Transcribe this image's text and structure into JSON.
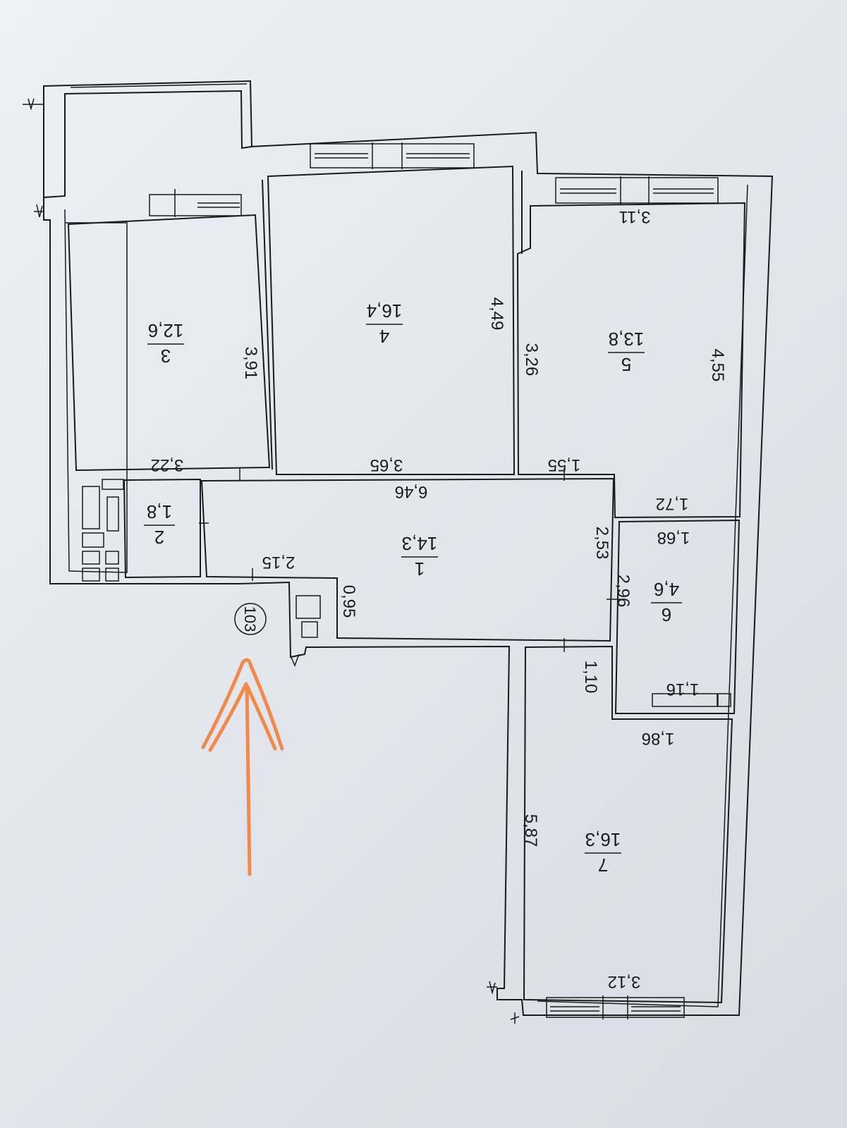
{
  "floor_plan": {
    "apartment_number": "103",
    "rooms": [
      {
        "number": "1",
        "area": "14,3"
      },
      {
        "number": "2",
        "area": "1,8"
      },
      {
        "number": "3",
        "area": "12,6"
      },
      {
        "number": "4",
        "area": "16,4"
      },
      {
        "number": "5",
        "area": "13,8"
      },
      {
        "number": "6",
        "area": "4,6"
      },
      {
        "number": "7",
        "area": "16,3"
      }
    ],
    "dimensions": {
      "r3_width": "3,22",
      "r3_length": "3,91",
      "r4_width": "3,65",
      "r4_length": "4,49",
      "r5_length_left": "3,26",
      "r5_width_top": "3,11",
      "r5_length_right": "4,55",
      "hall_length": "6,46",
      "hall_width": "2,53",
      "hall_step": "2,15",
      "hall_niche": "0,95",
      "seg_155": "1,55",
      "seg_172": "1,72",
      "seg_168": "1,68",
      "r6_length": "2,96",
      "seg_116": "1,16",
      "seg_110": "1,10",
      "seg_186": "1,86",
      "r7_length": "5,87",
      "r7_width": "3,12"
    },
    "colors": {
      "ink": "#1a1a1a",
      "arrow": "#f08a4b",
      "paper": "#e8eaf1"
    }
  }
}
